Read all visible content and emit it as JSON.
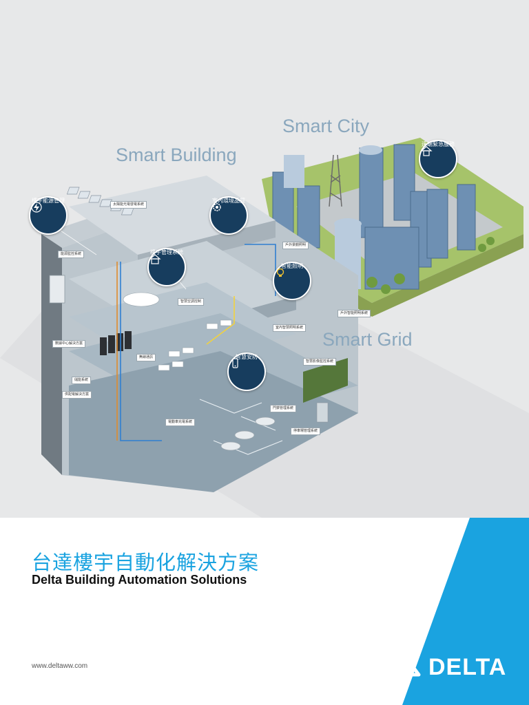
{
  "hero": {
    "smart_building": "Smart Building",
    "smart_city": "Smart City",
    "smart_grid": "Smart Grid",
    "badges": [
      {
        "label": "樓宇能源管理",
        "icon": "lightning-icon"
      },
      {
        "label": "室內環境品質",
        "icon": "gear-icon"
      },
      {
        "label": "樓宇管理系統",
        "icon": "building-icon"
      },
      {
        "label": "智能照明",
        "icon": "lightbulb-icon"
      },
      {
        "label": "智慧安防",
        "icon": "phone-icon"
      },
      {
        "label": "遠端緊急服務",
        "icon": "home-icon"
      }
    ],
    "tags": [
      "太陽能光電發電系統",
      "能源監控系統",
      "數據中心解決方案",
      "儲能系統",
      "供配電解決方案",
      "電動車充電系統",
      "智慧空調控制",
      "戶外景觀照明",
      "室內智慧照明系統",
      "戶外智能照明系統",
      "門禁管理系統",
      "停車場管理系統",
      "智慧影像監控系統",
      "無線通訊"
    ]
  },
  "bottom": {
    "title_zh": "台達樓宇自動化解決方案",
    "title_en": "Delta Building Automation Solutions",
    "url": "www.deltaww.com",
    "logo_text": "DELTA"
  },
  "colors": {
    "accent_blue": "#1aa3e0",
    "badge_navy": "#173d5e",
    "hero_bg": "#e7e8e9",
    "label_gray_blue": "#8aa7bd"
  }
}
